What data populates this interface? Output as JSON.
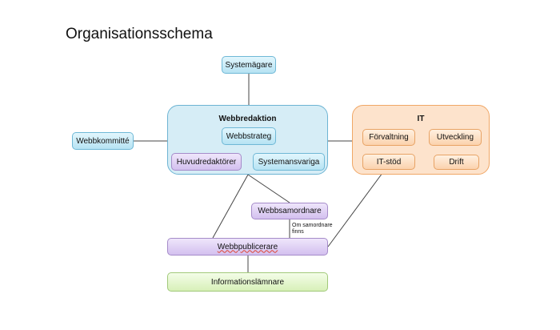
{
  "title": "Organisationsschema",
  "nodes": {
    "systemagare": "Systemägare",
    "webbkommitte": "Webbkommitté",
    "webbredaktion": "Webbredaktion",
    "webbstrateg": "Webbstrateg",
    "huvudredaktorer": "Huvudredaktörer",
    "systemansvariga": "Systemansvariga",
    "it": "IT",
    "forvaltning": "Förvaltning",
    "utveckling": "Utveckling",
    "itstod": "IT-stöd",
    "drift": "Drift",
    "webbsamordnare": "Webbsamordnare",
    "webbpublicerare": "Webbpublicerare",
    "informationslamnare": "Informationslämnare"
  },
  "note": {
    "line1": "Om samordnare",
    "line2": "finns"
  },
  "colors": {
    "blue_group": "#d6edf6",
    "orange_group": "#fde3cc",
    "purple_box": "#d3c0ef",
    "green_box": "#d7f0b8"
  }
}
